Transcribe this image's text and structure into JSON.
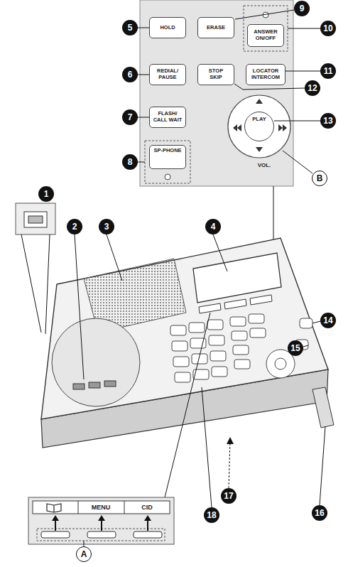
{
  "diagram": {
    "nodes": [
      {
        "text": [
          "HOLD"
        ]
      },
      {
        "text": [
          "ERASE"
        ]
      },
      {
        "text": [
          "ANSWER ON/OFF"
        ]
      },
      {
        "text": [
          "REDIAL/ PAUSE"
        ]
      },
      {
        "text": [
          "STOP SKIP"
        ]
      },
      {
        "text": [
          "LOCATOR INTERCOM"
        ]
      },
      {
        "text": [
          "FLASH/ CALL WAIT"
        ]
      },
      {
        "text": [
          "SP-PHONE"
        ]
      },
      {
        "text": [
          "PLAY"
        ]
      }
    ],
    "labels": [
      "1",
      "2",
      "3",
      "4",
      "5",
      "6",
      "7",
      "8",
      "9",
      "10",
      "11",
      "12",
      "13",
      "14",
      "15",
      "16",
      "17",
      "18",
      "A",
      "B",
      "VOL.",
      "MENU",
      "CID"
    ]
  }
}
